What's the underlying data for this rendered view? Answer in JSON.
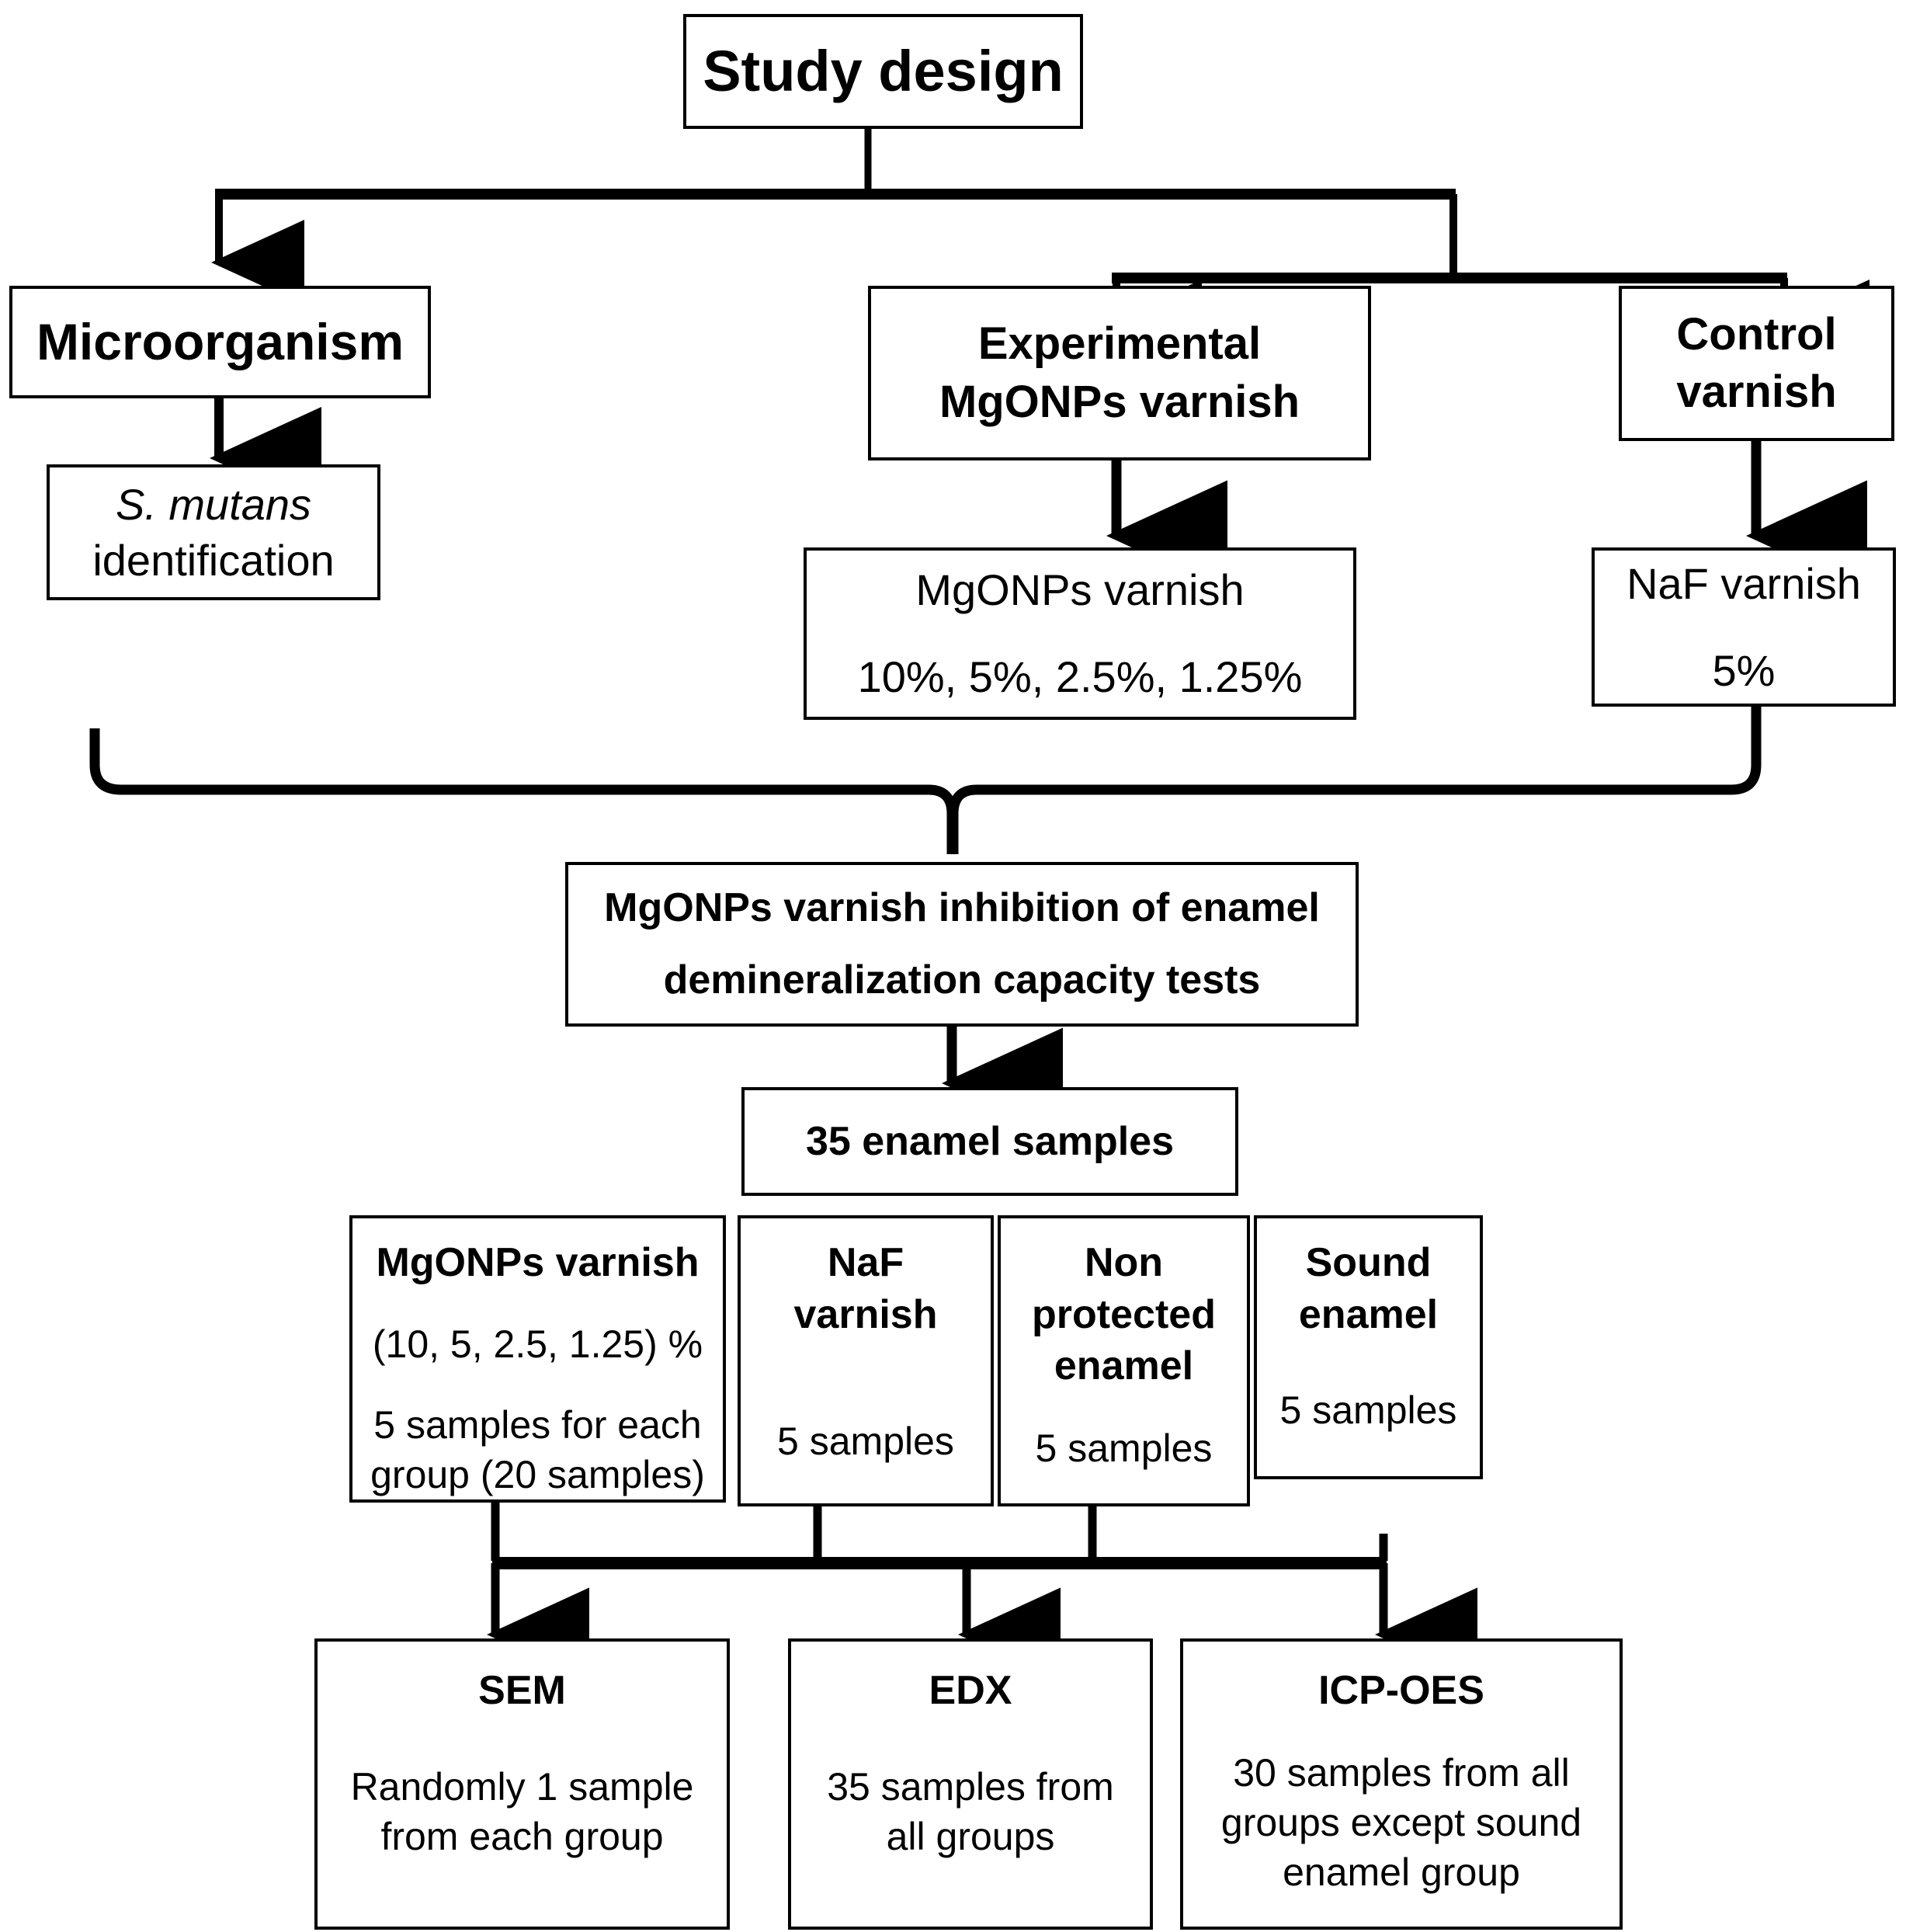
{
  "diagram": {
    "title": "Study design",
    "nodes": {
      "study_design": {
        "label": "Study design"
      },
      "microorganism": {
        "label": "Microorganism"
      },
      "s_mutans": {
        "line1": "S. mutans",
        "line2": "identification"
      },
      "experimental": {
        "line1": "Experimental",
        "line2": "MgONPs varnish"
      },
      "mgonps_varnish": {
        "line1": "MgONPs varnish",
        "line2": "10%, 5%, 2.5%, 1.25%"
      },
      "control": {
        "line1": "Control",
        "line2": "varnish"
      },
      "naf_varnish": {
        "line1": "NaF varnish",
        "line2": "5%"
      },
      "capacity_tests": {
        "line1": "MgONPs varnish inhibition of enamel",
        "line2": "demineralization capacity tests"
      },
      "enamel_samples": {
        "label": "35 enamel samples"
      },
      "group_mgonps": {
        "title": "MgONPs varnish",
        "line1": "(10, 5, 2.5, 1.25) %",
        "line2": "5 samples for each",
        "line3": "group (20 samples)"
      },
      "group_naf": {
        "title1": "NaF",
        "title2": "varnish",
        "count": "5 samples"
      },
      "group_nonprotected": {
        "title1": "Non",
        "title2": "protected",
        "title3": "enamel",
        "count": "5 samples"
      },
      "group_sound": {
        "title1": "Sound",
        "title2": "enamel",
        "count": "5 samples"
      },
      "sem": {
        "title": "SEM",
        "line1": "Randomly 1 sample",
        "line2": "from each group"
      },
      "edx": {
        "title": "EDX",
        "line1": "35 samples from",
        "line2": "all groups"
      },
      "icp_oes": {
        "title": "ICP-OES",
        "line1": "30 samples from all",
        "line2": "groups except sound",
        "line3": "enamel group"
      }
    },
    "colors": {
      "stroke": "#000000",
      "fill": "#ffffff",
      "text": "#000000"
    }
  }
}
